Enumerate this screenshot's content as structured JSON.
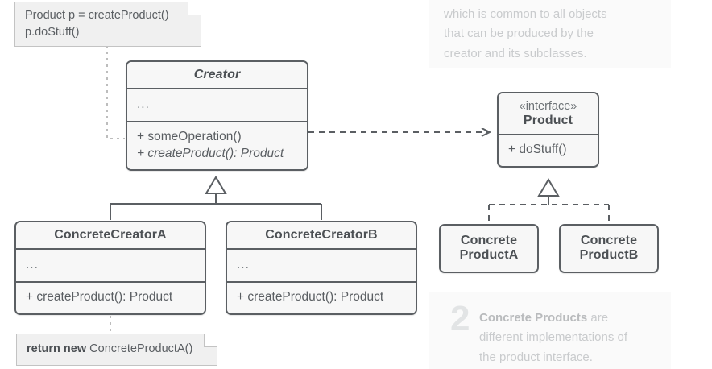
{
  "diagram": {
    "type": "uml-class-diagram",
    "title": "Factory Method pattern structure",
    "background_color": "#ffffff",
    "box_fill": "#f7f7f7",
    "box_border": "#5b5f63",
    "note_fill": "#f0f0f0",
    "caption_fill": "#fafafa"
  },
  "classes": {
    "creator": {
      "name": "Creator",
      "abstract": true,
      "attributes": "...",
      "methods": [
        {
          "text": "+ someOperation()",
          "abstract": false
        },
        {
          "text": "+ createProduct(): Product",
          "abstract": true
        }
      ]
    },
    "concrete_creator_a": {
      "name": "ConcreteCreatorA",
      "abstract": false,
      "attributes": "...",
      "methods": [
        {
          "text": "+ createProduct(): Product",
          "abstract": false
        }
      ]
    },
    "concrete_creator_b": {
      "name": "ConcreteCreatorB",
      "abstract": false,
      "attributes": "...",
      "methods": [
        {
          "text": "+ createProduct(): Product",
          "abstract": false
        }
      ]
    },
    "product": {
      "stereotype": "«interface»",
      "name": "Product",
      "methods": [
        {
          "text": "+ doStuff()",
          "abstract": false
        }
      ]
    },
    "concrete_product_a": {
      "name_line1": "Concrete",
      "name_line2": "ProductA"
    },
    "concrete_product_b": {
      "name_line1": "Concrete",
      "name_line2": "ProductB"
    }
  },
  "notes": {
    "creator_note": {
      "line1": "Product p = createProduct()",
      "line2": "p.doStuff()"
    },
    "concrete_creator_note": {
      "keyword": "return new",
      "rest": " ConcreteProductA()"
    }
  },
  "captions": {
    "top": {
      "line1": "which is common to all objects",
      "line2": "that can be produced by the",
      "line3": "creator and its subclasses."
    },
    "second": {
      "number": "2",
      "bold": "Concrete Products",
      "rest": " are different implementations of the product interface."
    }
  },
  "relations": {
    "creator_dependency_product": "dependency (dashed, open arrow)",
    "concrete_creators_inherit_creator": "generalization (solid, hollow triangle)",
    "concrete_products_realize_product": "realization (dashed, hollow triangle)"
  }
}
